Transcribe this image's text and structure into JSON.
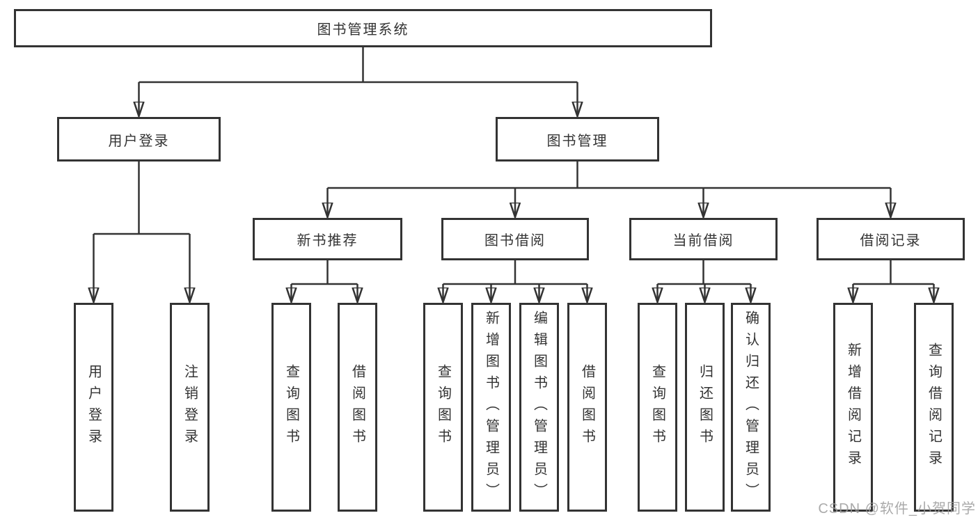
{
  "colors": {
    "line": "#333333",
    "box_border": "#333333",
    "box_background": "#ffffff",
    "watermark": "#9c9c9c"
  },
  "watermark": {
    "text": "CSDN @软件_小贺同学"
  },
  "tree": {
    "label": "图书管理系统",
    "children": [
      {
        "label": "用户登录",
        "children": [
          {
            "label": "用户登录"
          },
          {
            "label": "注销登录"
          }
        ]
      },
      {
        "label": "图书管理",
        "children": [
          {
            "label": "新书推荐",
            "children": [
              {
                "label": "查询图书"
              },
              {
                "label": "借阅图书"
              }
            ]
          },
          {
            "label": "图书借阅",
            "children": [
              {
                "label": "查询图书"
              },
              {
                "label": "新增图书（管理员）"
              },
              {
                "label": "编辑图书（管理员）"
              },
              {
                "label": "借阅图书"
              }
            ]
          },
          {
            "label": "当前借阅",
            "children": [
              {
                "label": "查询图书"
              },
              {
                "label": "归还图书"
              },
              {
                "label": "确认归还（管理员）"
              }
            ]
          },
          {
            "label": "借阅记录",
            "children": [
              {
                "label": "新增借阅记录"
              },
              {
                "label": "查询借阅记录"
              }
            ]
          }
        ]
      }
    ]
  }
}
